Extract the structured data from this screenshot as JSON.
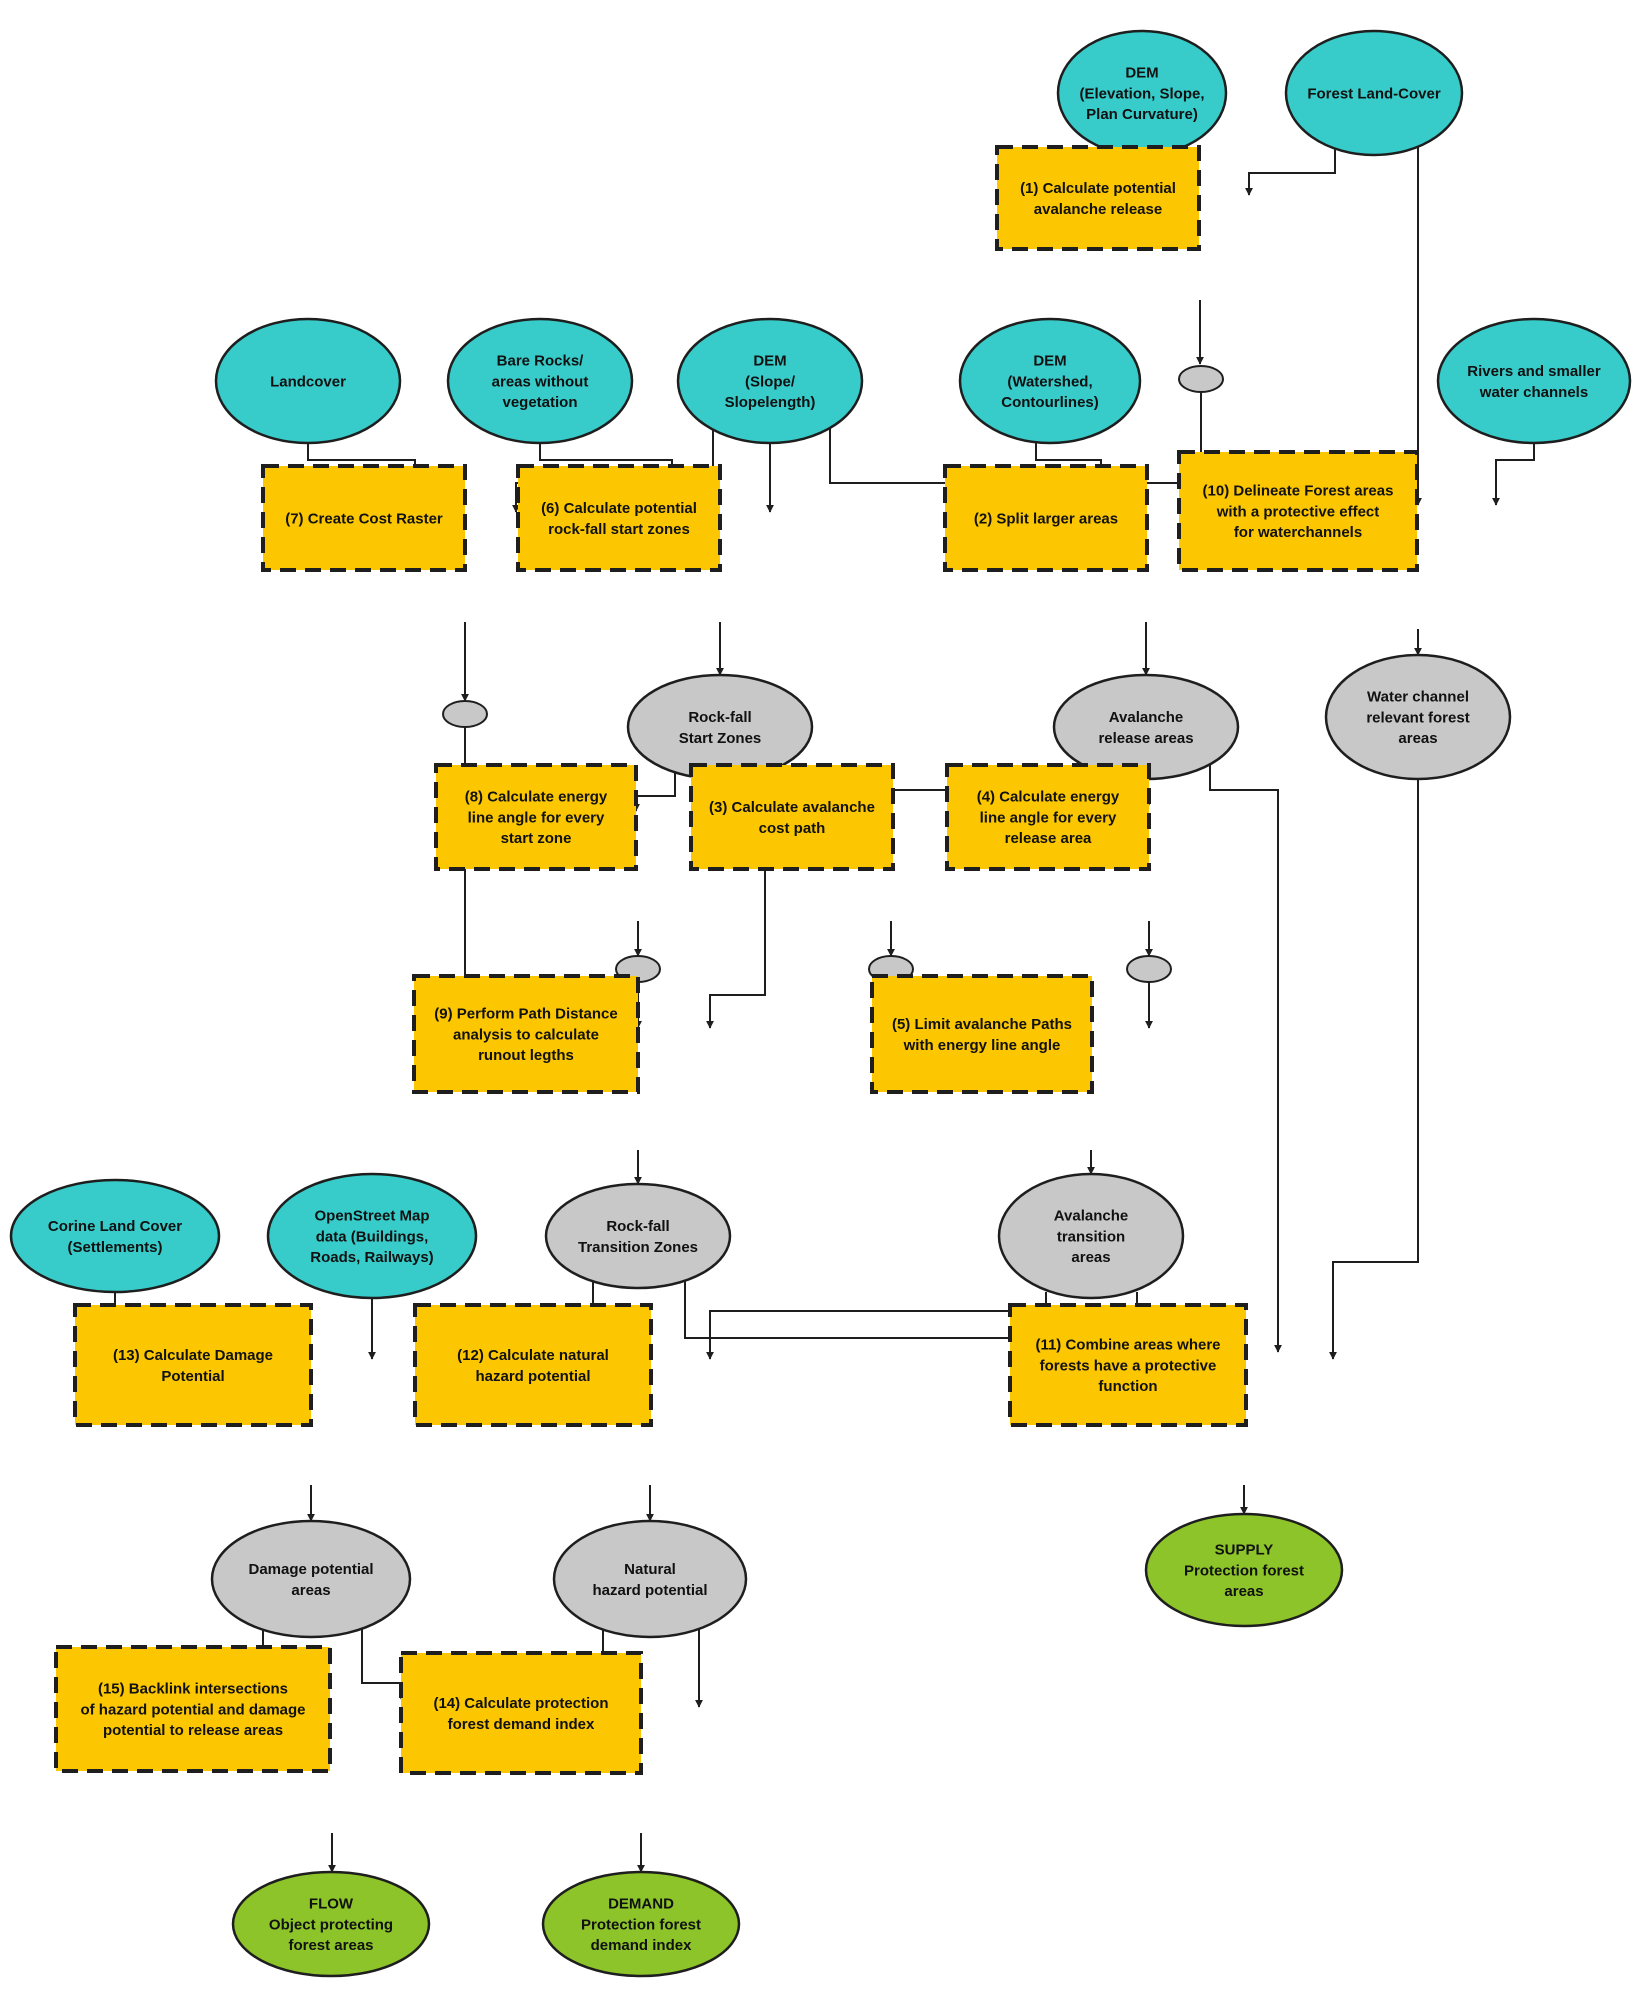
{
  "nodes": {
    "dem_elevation": {
      "lines": [
        "DEM",
        "(Elevation, Slope,",
        "Plan Curvature)"
      ],
      "kind": "input"
    },
    "forest_landcover": {
      "lines": [
        "Forest Land-Cover"
      ],
      "kind": "input"
    },
    "step1": {
      "lines": [
        "(1) Calculate potential",
        "avalanche release"
      ],
      "kind": "process"
    },
    "landcover": {
      "lines": [
        "Landcover"
      ],
      "kind": "input"
    },
    "bare_rocks": {
      "lines": [
        "Bare Rocks/",
        "areas without",
        "vegetation"
      ],
      "kind": "input"
    },
    "dem_slope": {
      "lines": [
        "DEM",
        "(Slope/",
        "Slopelength)"
      ],
      "kind": "input"
    },
    "dem_watershed": {
      "lines": [
        "DEM",
        "(Watershed,",
        "Contourlines)"
      ],
      "kind": "input"
    },
    "rivers": {
      "lines": [
        "Rivers and smaller",
        "water channels"
      ],
      "kind": "input"
    },
    "step7": {
      "lines": [
        "(7) Create Cost Raster"
      ],
      "kind": "process"
    },
    "step6": {
      "lines": [
        "(6) Calculate potential",
        "rock-fall start zones"
      ],
      "kind": "process"
    },
    "step2": {
      "lines": [
        "(2) Split larger areas"
      ],
      "kind": "process"
    },
    "step10": {
      "lines": [
        "(10) Delineate Forest areas",
        "with a protective effect",
        "for waterchannels"
      ],
      "kind": "process"
    },
    "rockfall_start": {
      "lines": [
        "Rock-fall",
        "Start Zones"
      ],
      "kind": "intermediate"
    },
    "avalanche_release": {
      "lines": [
        "Avalanche",
        "release areas"
      ],
      "kind": "intermediate"
    },
    "water_channel_forest": {
      "lines": [
        "Water channel",
        "relevant forest",
        "areas"
      ],
      "kind": "intermediate"
    },
    "step8": {
      "lines": [
        "(8) Calculate energy",
        "line angle for every",
        "start zone"
      ],
      "kind": "process"
    },
    "step3": {
      "lines": [
        "(3) Calculate avalanche",
        "cost path"
      ],
      "kind": "process"
    },
    "step4": {
      "lines": [
        "(4) Calculate energy",
        "line angle for every",
        "release area"
      ],
      "kind": "process"
    },
    "step9": {
      "lines": [
        "(9) Perform Path Distance",
        "analysis to calculate",
        "runout legths"
      ],
      "kind": "process"
    },
    "step5": {
      "lines": [
        "(5) Limit avalanche Paths",
        "with energy line angle"
      ],
      "kind": "process"
    },
    "corine": {
      "lines": [
        "Corine Land Cover",
        "(Settlements)"
      ],
      "kind": "input"
    },
    "osm": {
      "lines": [
        "OpenStreet Map",
        "data (Buildings,",
        "Roads, Railways)"
      ],
      "kind": "input"
    },
    "rockfall_transition": {
      "lines": [
        "Rock-fall",
        "Transition Zones"
      ],
      "kind": "intermediate"
    },
    "avalanche_transition": {
      "lines": [
        "Avalanche",
        "transition",
        "areas"
      ],
      "kind": "intermediate"
    },
    "step13": {
      "lines": [
        "(13) Calculate Damage",
        "Potential"
      ],
      "kind": "process"
    },
    "step12": {
      "lines": [
        "(12) Calculate natural",
        "hazard potential"
      ],
      "kind": "process"
    },
    "step11": {
      "lines": [
        "(11) Combine areas where",
        "forests have a protective",
        "function"
      ],
      "kind": "process"
    },
    "supply": {
      "lines": [
        "SUPPLY",
        "Protection forest",
        "areas"
      ],
      "kind": "output"
    },
    "damage_potential": {
      "lines": [
        "Damage potential",
        "areas"
      ],
      "kind": "intermediate"
    },
    "hazard_potential": {
      "lines": [
        "Natural",
        "hazard potential"
      ],
      "kind": "intermediate"
    },
    "step15": {
      "lines": [
        "(15) Backlink intersections",
        "of hazard potential and damage",
        "potential to release areas"
      ],
      "kind": "process"
    },
    "step14": {
      "lines": [
        "(14) Calculate protection",
        "forest demand index"
      ],
      "kind": "process"
    },
    "flow": {
      "lines": [
        "FLOW",
        "Object protecting",
        "forest areas"
      ],
      "kind": "output"
    },
    "demand": {
      "lines": [
        "DEMAND",
        "Protection forest",
        "demand index"
      ],
      "kind": "output"
    }
  },
  "colors": {
    "input": "#37ccca",
    "process": "#fcc700",
    "intermediate": "#c8c8c8",
    "output": "#8cc42a",
    "line": "#1e1e1e"
  }
}
